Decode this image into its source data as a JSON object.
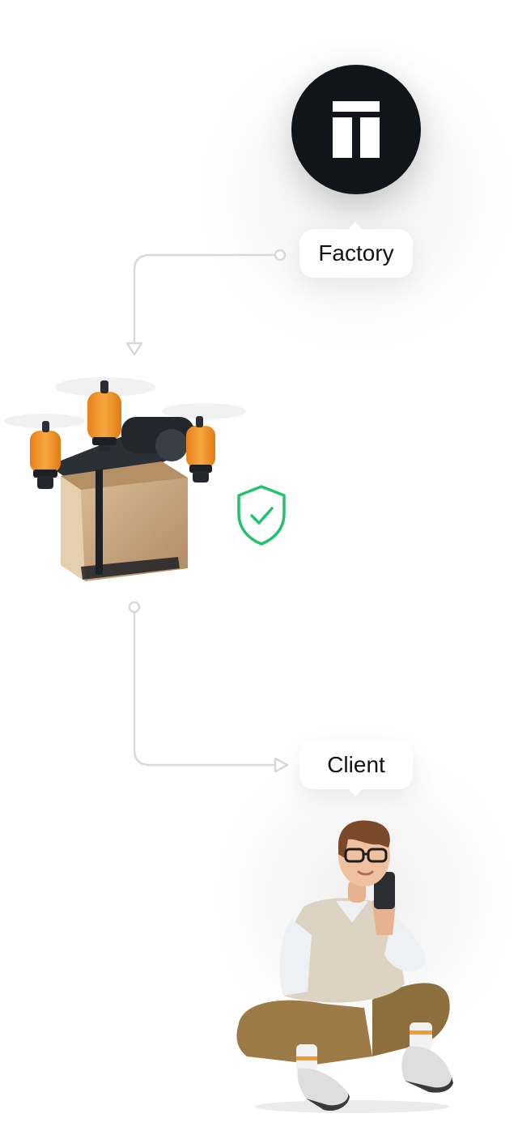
{
  "factory": {
    "label": "Factory",
    "logo_icon": "factory-logo-icon"
  },
  "client": {
    "label": "Client"
  },
  "drone": {
    "icon": "delivery-drone-icon",
    "cargo_icon": "package-box-icon"
  },
  "verification": {
    "icon": "shield-check-icon",
    "color": "#22c36b"
  },
  "person": {
    "icon": "person-with-phone-illustration"
  },
  "colors": {
    "connector": "#d9d9d9",
    "logo_bg": "#111418",
    "drone_orange": "#f29a2e",
    "box": "#c7a57f",
    "text": "#121212"
  }
}
